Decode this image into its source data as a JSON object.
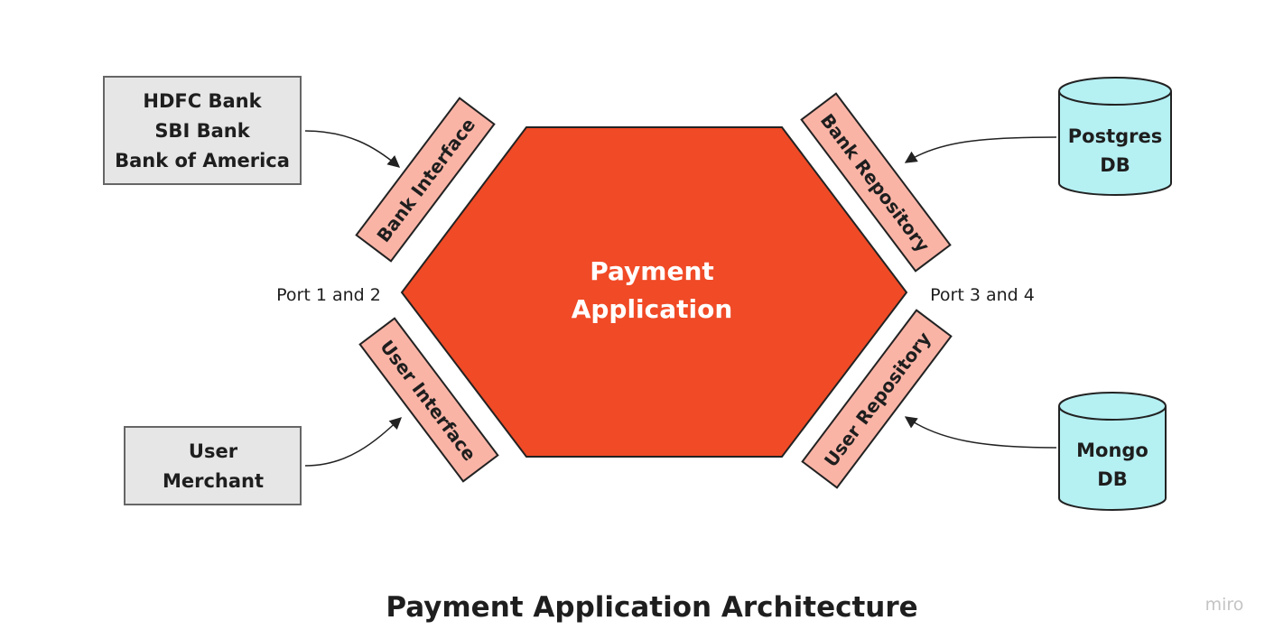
{
  "title": "Payment Application Architecture",
  "watermark": "miro",
  "core": {
    "line1": "Payment",
    "line2": "Application"
  },
  "ports": {
    "left": "Port 1 and 2",
    "right": "Port 3 and 4"
  },
  "adapters": {
    "bank_interface": "Bank Interface",
    "user_interface": "User Interface",
    "bank_repository": "Bank Repository",
    "user_repository": "User Repository"
  },
  "external": {
    "banks": [
      "HDFC Bank",
      "SBI Bank",
      "Bank of America"
    ],
    "users": [
      "User",
      "Merchant"
    ]
  },
  "databases": {
    "postgres": [
      "Postgres",
      "DB"
    ],
    "mongo": [
      "Mongo",
      "DB"
    ]
  },
  "colors": {
    "hexagon": "#f04a26",
    "adapter_fill": "#fab4a6",
    "box_fill": "#e6e6e6",
    "db_fill": "#b5f0f3",
    "stroke": "#222222",
    "text": "#1e1e1e",
    "watermark": "#c4c4c4"
  }
}
